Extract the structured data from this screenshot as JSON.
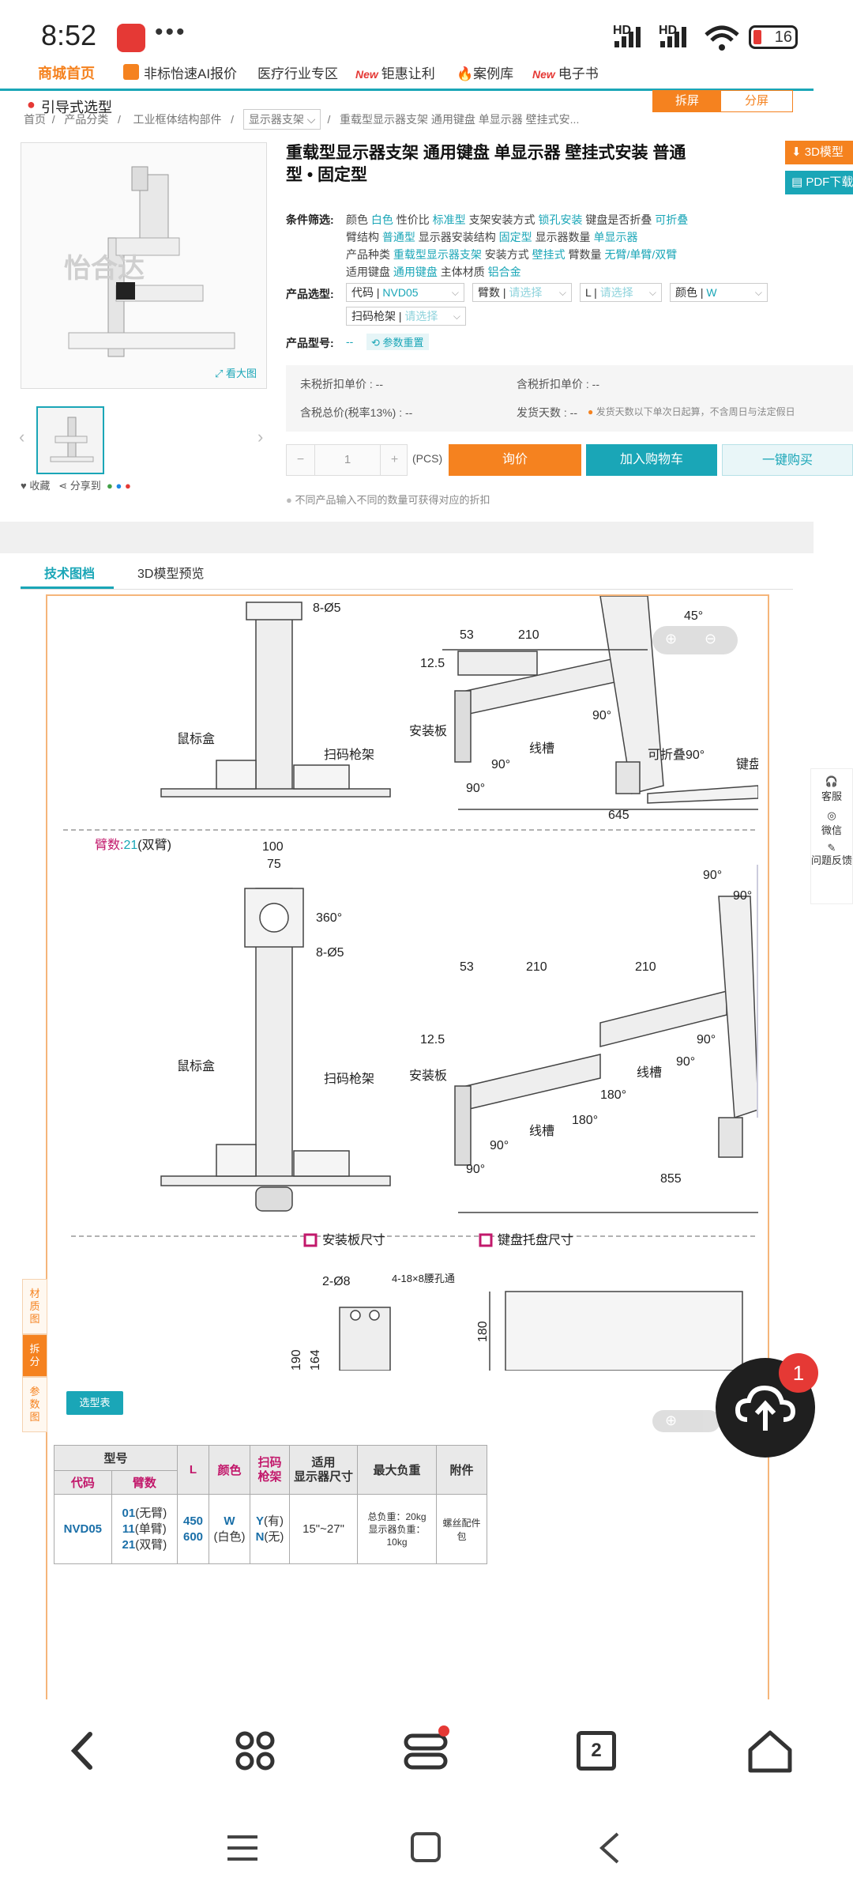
{
  "status": {
    "time": "8:52",
    "dots": "•••",
    "battery": "16",
    "hd1": "HD",
    "hd2": "HD"
  },
  "topnav": {
    "items": [
      "商城首页",
      "非标怡速AI报价",
      "医疗行业专区",
      "钜惠让利",
      "案例库",
      "电子书"
    ],
    "new_tag": "New"
  },
  "guide": "引导式选型",
  "breadcrumb": {
    "home": "首页",
    "cat": "产品分类",
    "sub": "工业框体结构部件",
    "select": "显示器支架",
    "current": "重载型显示器支架 通用键盘 单显示器 壁挂式安..."
  },
  "actions": {
    "split": "拆屏",
    "share": "分屏",
    "model3d": "3D模型",
    "pdf": "PDF下载"
  },
  "gallery": {
    "zoom": "看大图",
    "collect": "收藏",
    "share": "分享到"
  },
  "product": {
    "title": "重载型显示器支架 通用键盘 单显示器 壁挂式安装 普通型 • 固定型",
    "filter_label": "条件筛选:",
    "filters": [
      [
        [
          "颜色",
          "白色"
        ],
        [
          "性价比",
          "标准型"
        ],
        [
          "支架安装方式",
          "锁孔安装"
        ],
        [
          "键盘是否折叠",
          "可折叠"
        ]
      ],
      [
        [
          "臂结构",
          "普通型"
        ],
        [
          "显示器安装结构",
          "固定型"
        ],
        [
          "显示器数量",
          "单显示器"
        ]
      ],
      [
        [
          "产品种类",
          "重载型显示器支架"
        ],
        [
          "安装方式",
          "壁挂式"
        ],
        [
          "臂数量",
          "无臂/单臂/双臂"
        ]
      ],
      [
        [
          "适用键盘",
          "通用键盘"
        ],
        [
          "主体材质",
          "铝合金"
        ]
      ]
    ],
    "select_label": "产品选型:",
    "code_label": "代码",
    "code_value": "NVD05",
    "arm_label": "臂数",
    "l_label": "L",
    "color_label": "颜色",
    "color_value": "W",
    "scanner_label": "扫码枪架",
    "placeholder": "请选择",
    "model_label": "产品型号:",
    "model_value": "--",
    "reset": "参数重置"
  },
  "price": {
    "untaxed": "未税折扣单价 : --",
    "taxed": "含税折扣单价 : --",
    "total": "含税总价(税率13%) : --",
    "ship": "发货天数 : --",
    "ship_note": "发货天数以下单次日起算，不含周日与法定假日"
  },
  "buy": {
    "qty": "1",
    "unit": "(PCS)",
    "minus": "−",
    "plus": "+",
    "inquiry": "询价",
    "cart": "加入购物车",
    "buy_now": "一键购买",
    "note": "不同产品输入不同的数量可获得对应的折扣"
  },
  "tabs": [
    "技术图档",
    "3D模型预览"
  ],
  "drawing": {
    "arm_label": "臂数:",
    "arm_value": "21",
    "arm_suffix": "(双臂)",
    "t_8d5": "8-Ø5",
    "t_53": "53",
    "t_210": "210",
    "t_125": "12.5",
    "t_45": "45°",
    "t_mount": "安装板",
    "t_mouse": "鼠标盒",
    "t_scan": "扫码枪架",
    "t_cable": "线槽",
    "t_90": "90°",
    "t_fold": "可折叠90°",
    "t_kb": "键盘",
    "t_645": "645",
    "t_100": "100",
    "t_75": "75",
    "t_360": "360°",
    "t_180": "180°",
    "t_855": "855",
    "t_plate_size": "安装板尺寸",
    "t_tray_size": "键盘托盘尺寸",
    "t_2d8": "2-Ø8",
    "t_slot": "4-18×8腰孔通",
    "t_190": "190",
    "t_164": "164",
    "t_180n": "180"
  },
  "side_tabs": [
    [
      "材",
      "质",
      "图"
    ],
    [
      "拆",
      "分"
    ],
    [
      "参",
      "数",
      "图"
    ]
  ],
  "selection_tag": "选型表",
  "table": {
    "h_model": "型号",
    "h_code": "代码",
    "h_arm": "臂数",
    "h_l": "L",
    "h_color": "颜色",
    "h_scan": [
      "扫码",
      "枪架"
    ],
    "h_size": [
      "适用",
      "显示器尺寸"
    ],
    "h_load": "最大负重",
    "h_acc": "附件",
    "code": "NVD05",
    "arms": [
      [
        "01",
        "(无臂)"
      ],
      [
        "11",
        "(单臂)"
      ],
      [
        "21",
        "(双臂)"
      ]
    ],
    "l": [
      "450",
      "600"
    ],
    "color": [
      "W",
      "(白色)"
    ],
    "scan": [
      [
        "Y",
        "(有)"
      ],
      [
        "N",
        "(无)"
      ]
    ],
    "size": "15\"~27\"",
    "load": [
      "总负重：20kg",
      "显示器负重：10kg"
    ],
    "acc": "螺丝配件包"
  },
  "float": {
    "service": "客服",
    "wechat": "微信",
    "feedback": "问题反馈",
    "badge": "1"
  },
  "bottom_nav": [
    "back",
    "apps",
    "tabs",
    "2",
    "home"
  ]
}
